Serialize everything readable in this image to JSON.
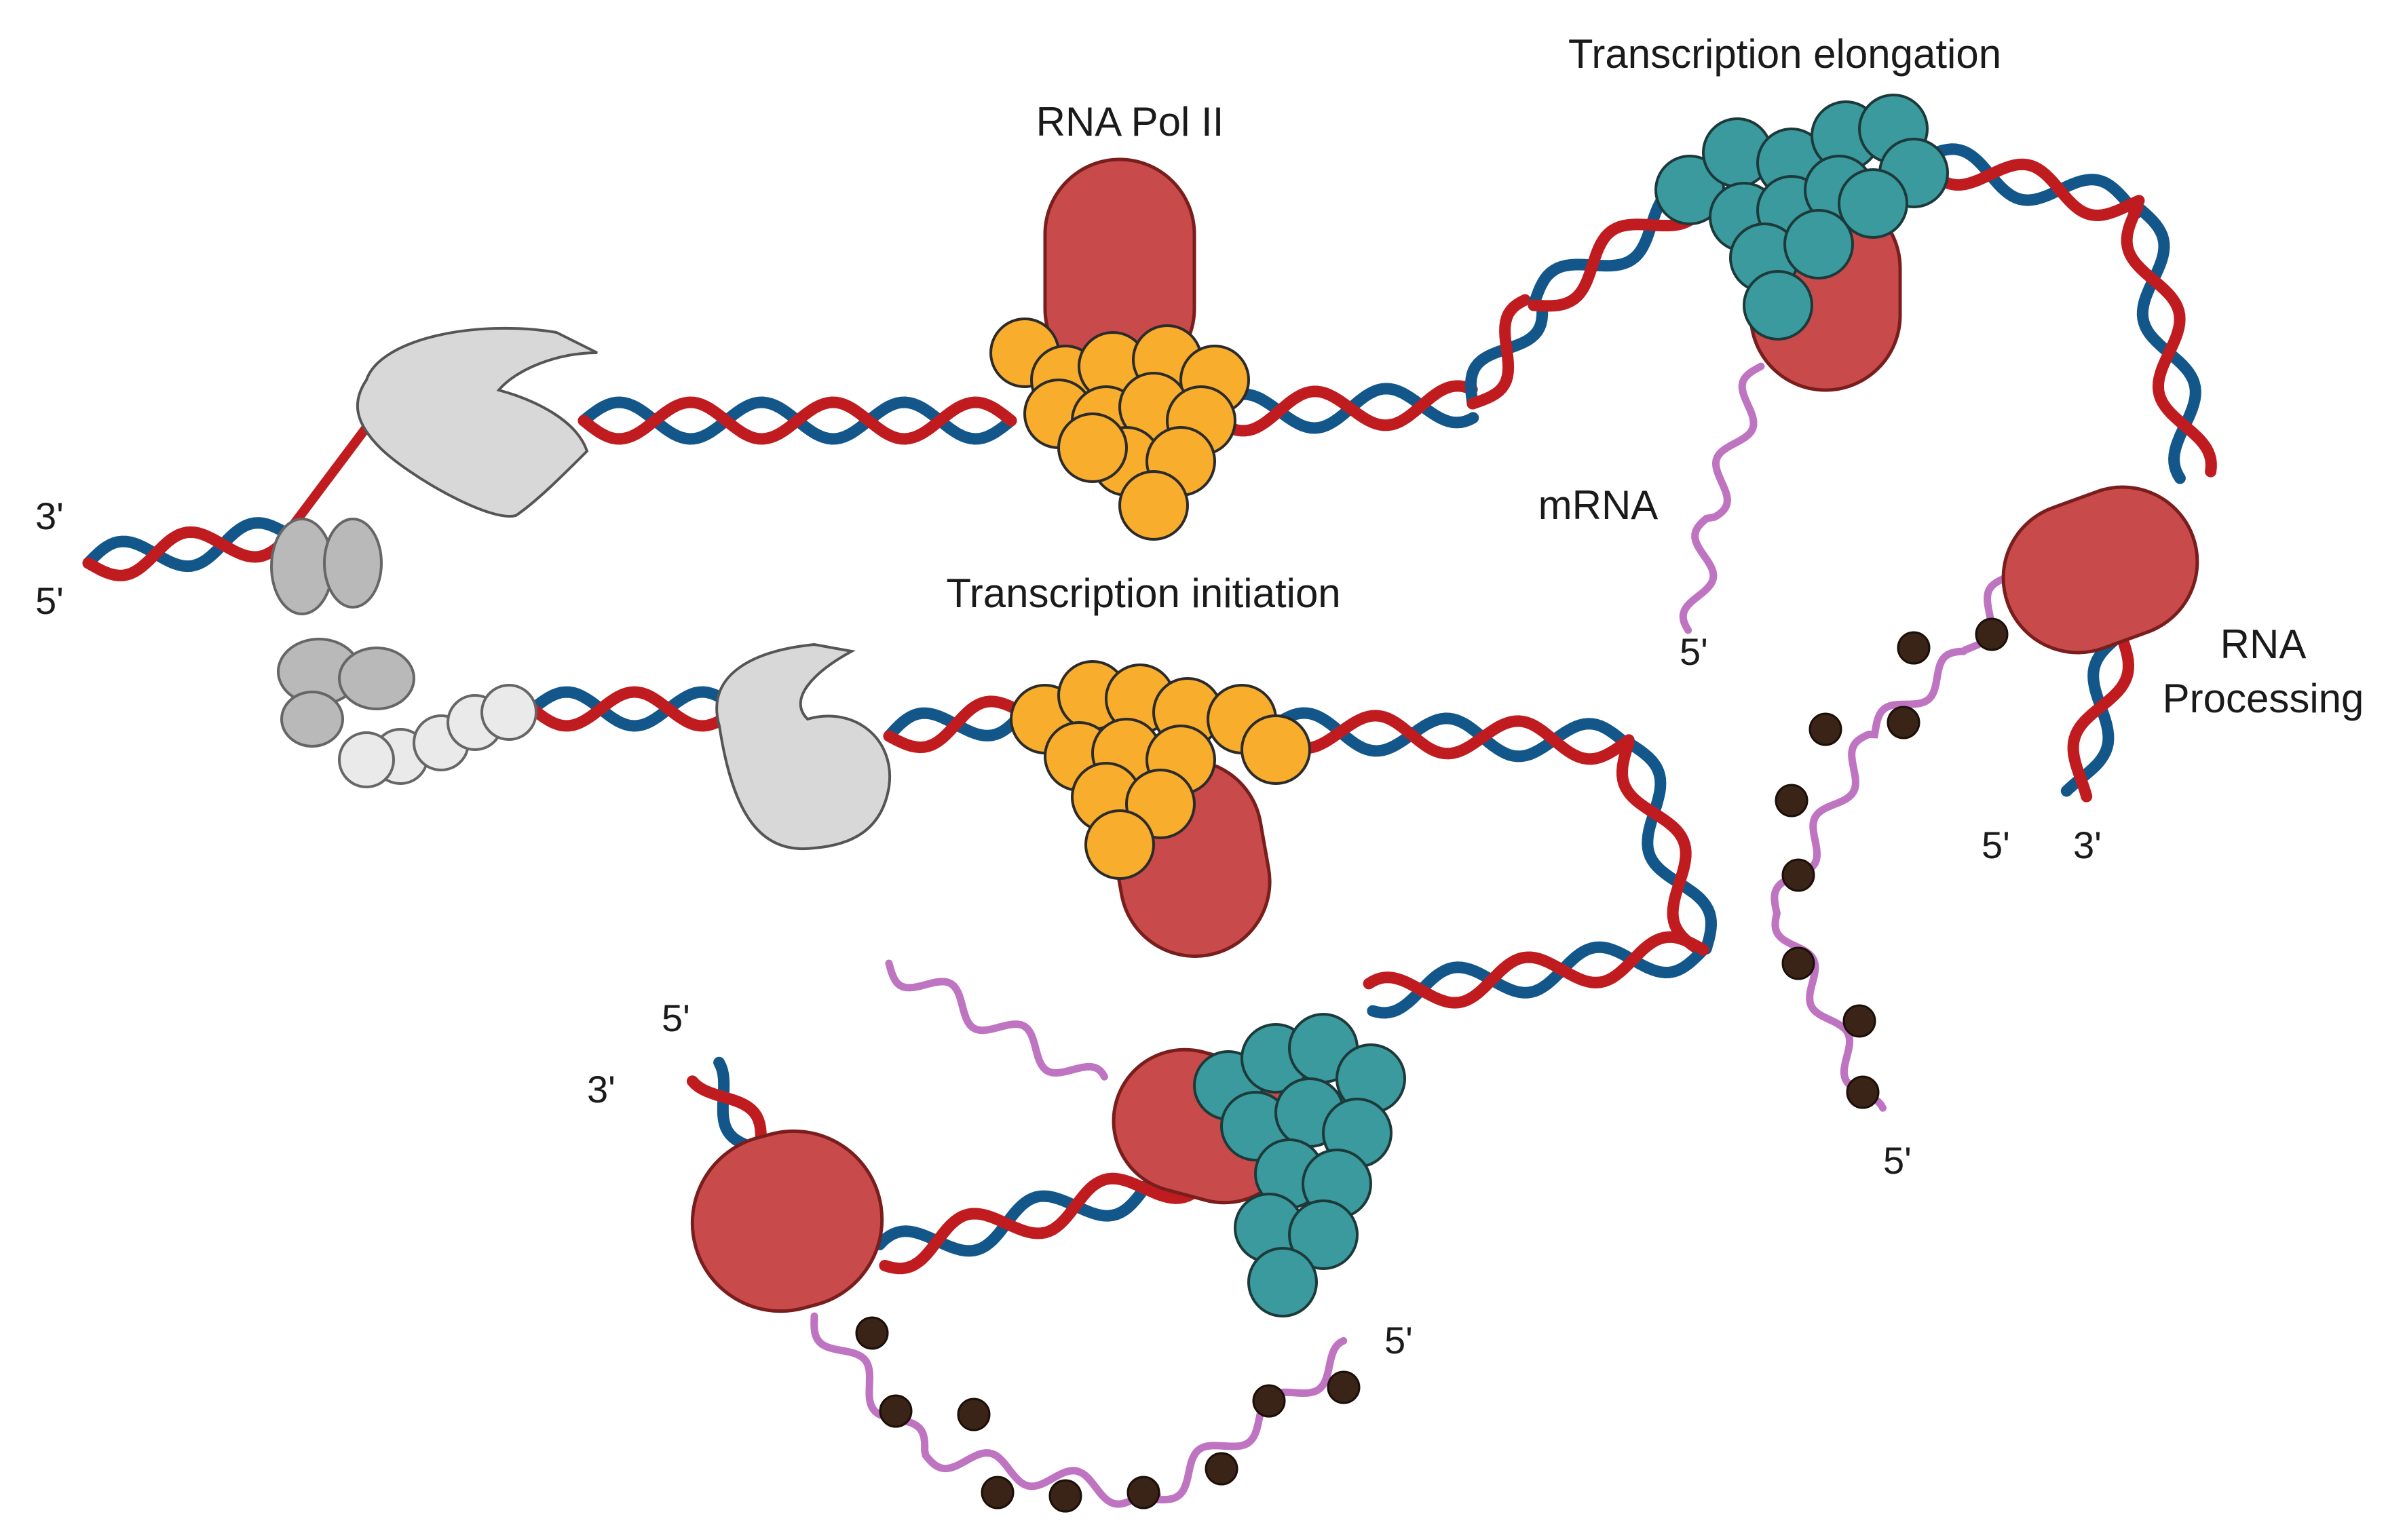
{
  "labels": {
    "rna_pol_ii": "RNA Pol II",
    "transcription_elongation": "Transcription elongation",
    "transcription_initiation": "Transcription initiation",
    "mrna": "mRNA",
    "rna_processing_line1": "RNA",
    "rna_processing_line2": "Processing"
  },
  "strand_ends": {
    "left_top": "3'",
    "left_bottom": "5'",
    "elong_mrna_end": "5'",
    "right_dna_a": "5'",
    "right_dna_b": "3'",
    "right_mrna_end": "5'",
    "bottom_dna_a": "5'",
    "bottom_dna_b": "3'",
    "bottom_mrna_end": "5'"
  },
  "colors": {
    "dna_strand_a": "#c01c20",
    "dna_strand_b": "#13578a",
    "rna_pol": "#c94a4a",
    "initiation_factors": "#f8ad2c",
    "elongation_factors": "#3b9a9d",
    "mrna": "#bf74c2",
    "nucleotide_cap": "#3a2418",
    "nucleosome": "#d8d8d8"
  }
}
